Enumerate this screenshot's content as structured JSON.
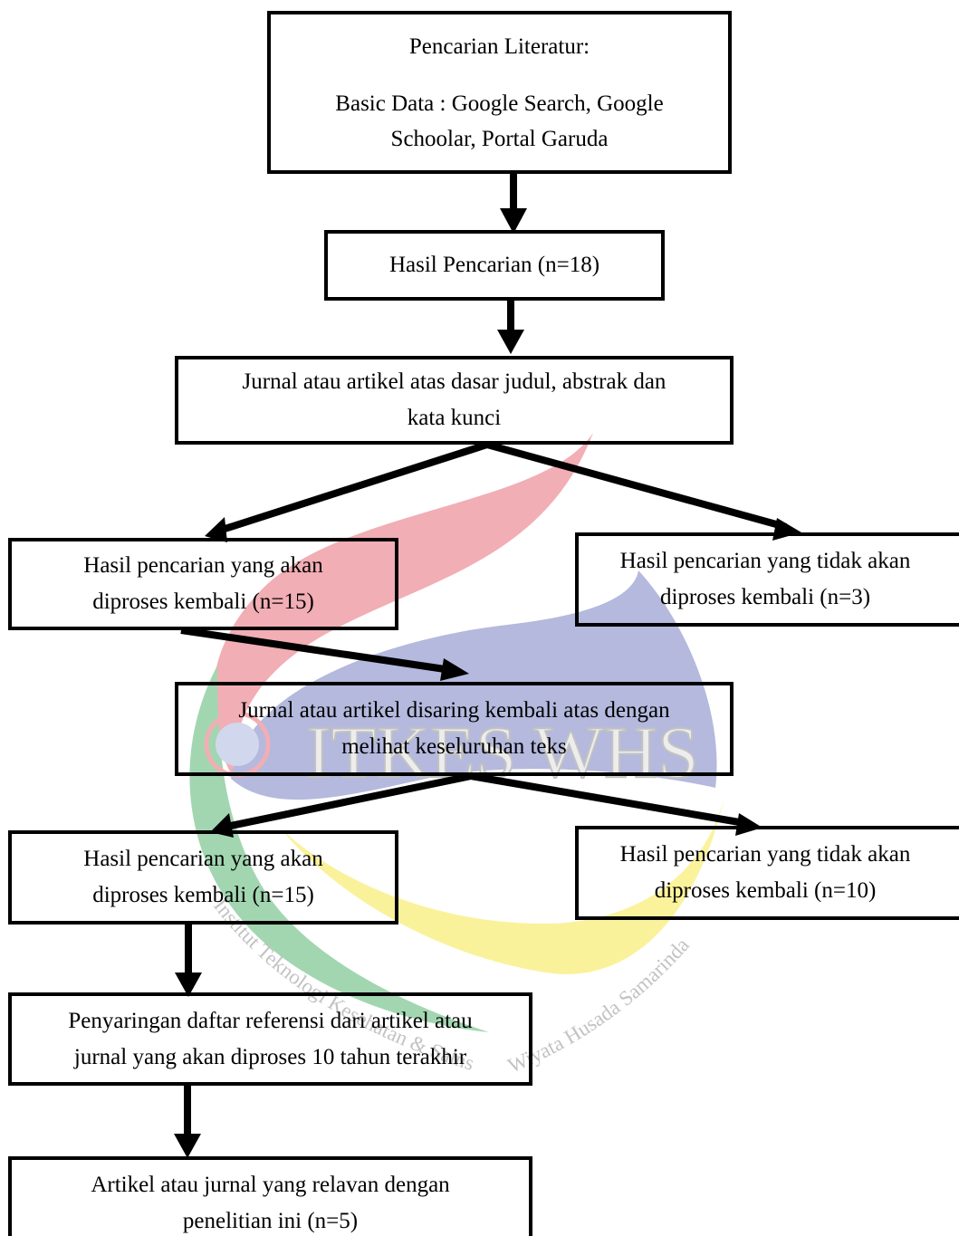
{
  "nodes": {
    "search": {
      "title": "Pencarian Literatur:",
      "line1": "Basic Data : Google Search, Google",
      "line2": "Schoolar, Portal Garuda"
    },
    "results": {
      "line1": "Hasil Pencarian (n=18)"
    },
    "screen_title": {
      "line1": "Jurnal atau artikel atas dasar judul, abstrak dan",
      "line2": "kata kunci"
    },
    "processed_1": {
      "line1": "Hasil pencarian yang akan",
      "line2": "diproses kembali (n=15)"
    },
    "excluded_1": {
      "line1": "Hasil pencarian yang tidak akan",
      "line2": "diproses kembali (n=3)"
    },
    "screen_fulltext": {
      "line1": "Jurnal atau artikel disaring kembali atas dengan",
      "line2": "melihat keseluruhan teks"
    },
    "processed_2": {
      "line1": "Hasil pencarian yang akan",
      "line2": "diproses kembali (n=15)"
    },
    "excluded_2": {
      "line1": "Hasil pencarian yang tidak akan",
      "line2": "diproses kembali (n=10)"
    },
    "reference_filter": {
      "line1": "Penyaringan daftar referensi dari artikel atau",
      "line2": "jurnal yang akan diproses 10 tahun terakhir"
    },
    "final": {
      "line1": "Artikel atau jurnal yang relavan dengan",
      "line2": "penelitian ini (n=5)"
    }
  },
  "watermark": {
    "logo_text": "ITKES WHS",
    "institution_arc": "Institut Teknologi Kesehatan & Sains",
    "institution_arc_2": "Wiyata Husada Samarinda",
    "colors": {
      "red": "#e24d5a",
      "blue": "#5a66b4",
      "green": "#33a653",
      "yellow": "#f6e324",
      "text": "#7a7a7a"
    }
  },
  "colors": {
    "stroke": "#000000",
    "background": "#ffffff"
  }
}
